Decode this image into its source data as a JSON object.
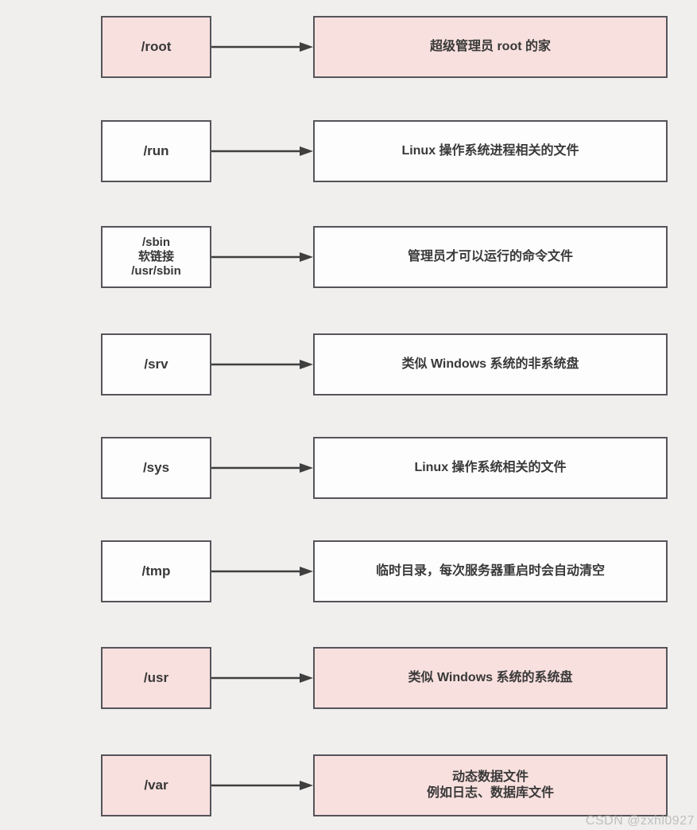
{
  "page": {
    "watermark": "CSDN @zxhl0927",
    "background_color": "#f0efee"
  },
  "colors": {
    "highlight_fill": "#f8e0de",
    "default_fill": "#fdfdfd",
    "border": "#55545a",
    "arrow": "#3f3f3f",
    "text": "#383838",
    "watermark": "#b9b9b9"
  },
  "diagram": {
    "rows": [
      {
        "dir": "/root",
        "desc": "超级管理员 root 的家",
        "highlight": true
      },
      {
        "dir": "/run",
        "desc": "Linux 操作系统进程相关的文件",
        "highlight": false
      },
      {
        "dir_lines": [
          "/sbin",
          "软链接",
          "/usr/sbin"
        ],
        "desc": "管理员才可以运行的命令文件",
        "highlight": false
      },
      {
        "dir": "/srv",
        "desc": "类似 Windows 系统的非系统盘",
        "highlight": false
      },
      {
        "dir": "/sys",
        "desc": "Linux 操作系统相关的文件",
        "highlight": false
      },
      {
        "dir": "/tmp",
        "desc": "临时目录，每次服务器重启时会自动清空",
        "highlight": false
      },
      {
        "dir": "/usr",
        "desc": "类似 Windows 系统的系统盘",
        "highlight": true
      },
      {
        "dir": "/var",
        "desc_lines": [
          "动态数据文件",
          "例如日志、数据库文件"
        ],
        "highlight": true
      }
    ]
  }
}
